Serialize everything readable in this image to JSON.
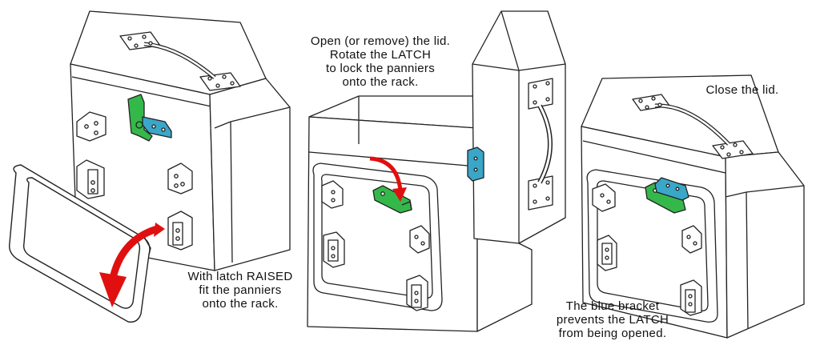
{
  "captions": {
    "open_lid": [
      "Open (or remove) the lid.",
      "Rotate the LATCH",
      "to lock the panniers",
      "onto the rack."
    ],
    "close_lid": [
      "Close the lid."
    ],
    "fit_panniers": [
      "With latch RAISED",
      "fit the panniers",
      "onto the rack."
    ],
    "blue_bracket": [
      "The blue bracket",
      "prevents the LATCH",
      "from being opened."
    ]
  },
  "colors": {
    "latch": "#35b84a",
    "bracket": "#3aa6c8",
    "arrow": "#e01010",
    "line": "#222222",
    "panel": "#ffffff"
  }
}
